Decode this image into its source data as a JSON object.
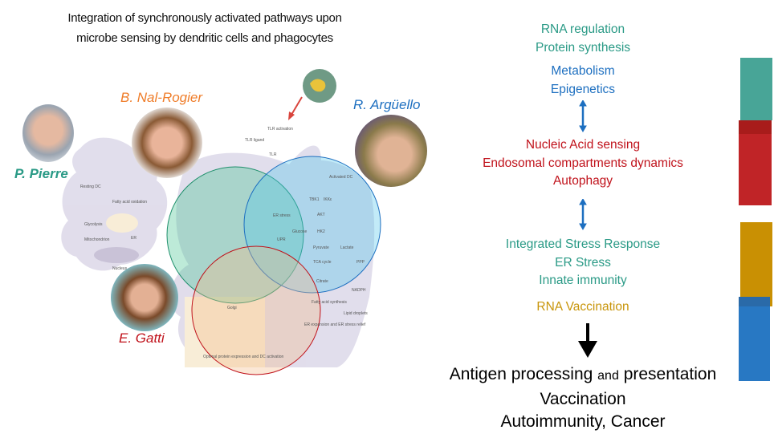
{
  "title": [
    "Integration of synchronously activated pathways upon",
    "microbe sensing by dendritic cells and phagocytes"
  ],
  "people": {
    "pierre": {
      "name": "P. Pierre",
      "color": "#2a9a86"
    },
    "nal_rogier": {
      "name": "B. Nal-Rogier",
      "color": "#ef7d2a"
    },
    "arguello": {
      "name": "R. Argüello",
      "color": "#1d6fc0"
    },
    "gatti": {
      "name": "E. Gatti",
      "color": "#c0121b"
    }
  },
  "cell_diagram": {
    "resting_label": "Resting DC",
    "activated_label": "Activated DC",
    "tlr_activation": "TLR activation",
    "tlr_ligand": "TLR ligand",
    "tlr": "TLR",
    "labels": [
      "Fatty acid oxidation",
      "Glycolysis",
      "Mitochondrion",
      "ER",
      "Nucleus",
      "ER stress",
      "UPR",
      "Glucose",
      "HK2",
      "AKT",
      "TBK1",
      "IKKε",
      "Pyruvate",
      "Lactate",
      "TCA cycle",
      "Citrate",
      "PPP",
      "NADPH",
      "Fatty acid synthesis",
      "Lipid droplets",
      "ER expansion and ER stress relief",
      "Golgi",
      "Optimal protein expression and DC activation"
    ]
  },
  "right": {
    "group1": [
      "RNA regulation",
      "Protein synthesis"
    ],
    "group2": [
      "Metabolism",
      "Epigenetics"
    ],
    "group3": [
      "Nucleic Acid sensing",
      "Endosomal compartments dynamics",
      "Autophagy"
    ],
    "group4": [
      "Integrated Stress Response",
      "ER Stress",
      "Innate immunity"
    ],
    "rna_vaccination": "RNA Vaccination",
    "outcome": {
      "line1_a": "Antigen processing",
      "line1_b": "and",
      "line1_c": "presentation",
      "line2": "Vaccination",
      "line3": "Autoimmunity, Cancer"
    }
  },
  "colors": {
    "teal": "#2a9a86",
    "blue": "#1d6fc0",
    "red": "#c0121b",
    "gold": "#c8950a",
    "bar_teal": "#48a597",
    "bar_red": "#c02427",
    "bar_gold": "#c99003",
    "bar_blue": "#2878c3"
  }
}
